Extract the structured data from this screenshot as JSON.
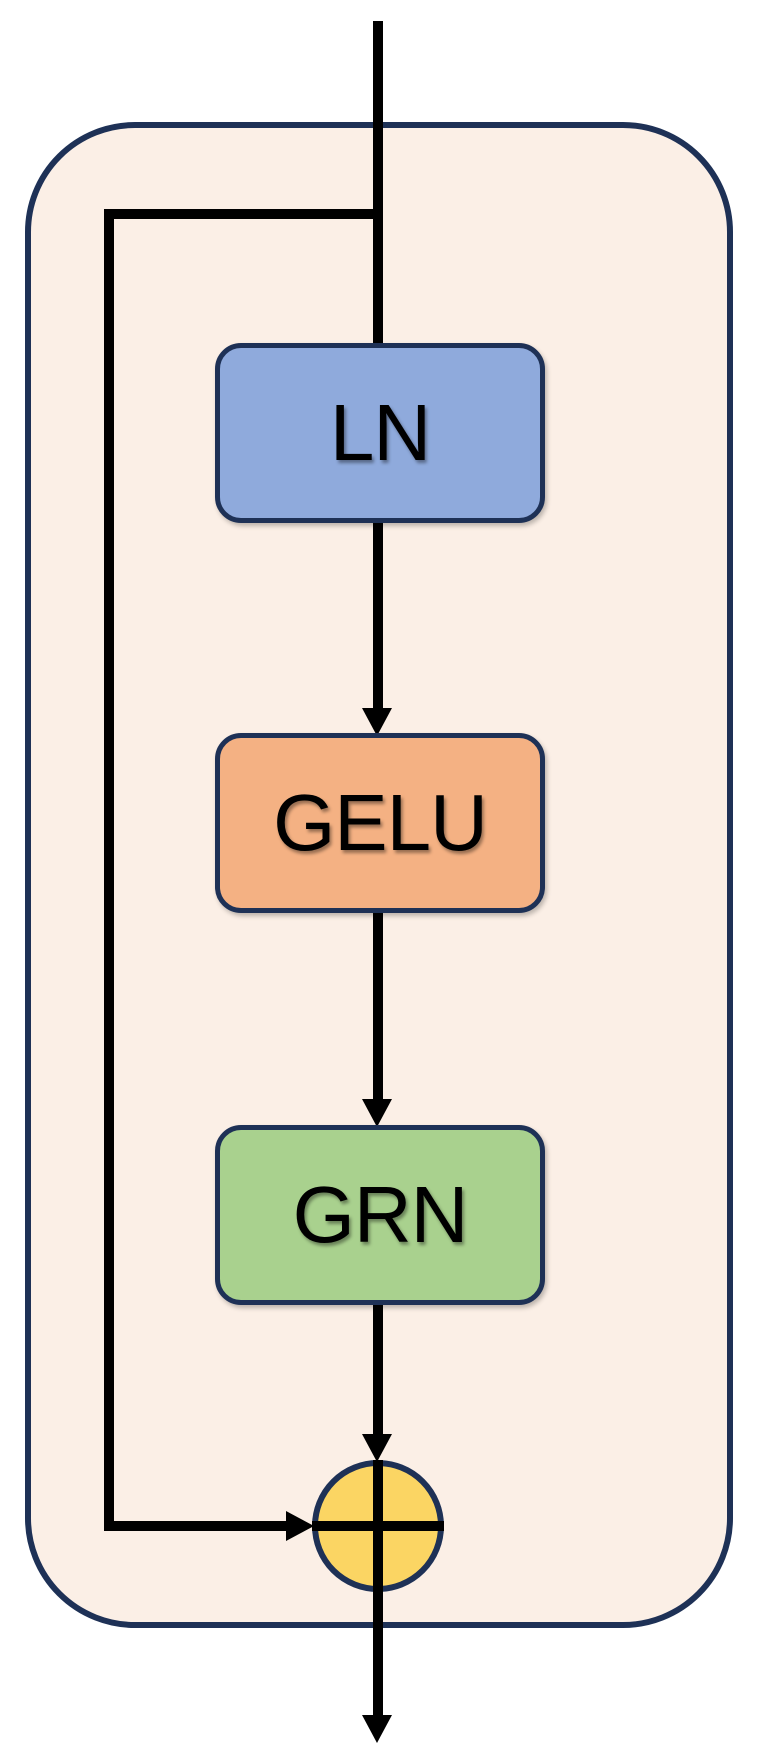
{
  "diagram": {
    "type": "flow-diagram",
    "description": "Residual block: input splits into a skip connection and a main path through LN, GELU and GRN, merged by element-wise addition, then output",
    "nodes": [
      {
        "id": "ln",
        "label": "LN",
        "shape": "rounded-rect",
        "fill": "#8FAADC"
      },
      {
        "id": "gelu",
        "label": "GELU",
        "shape": "rounded-rect",
        "fill": "#F4B183"
      },
      {
        "id": "grn",
        "label": "GRN",
        "shape": "rounded-rect",
        "fill": "#A9D18E"
      },
      {
        "id": "add",
        "label": "",
        "shape": "circle",
        "symbol": "circled-plus",
        "fill": "#FBD563"
      }
    ],
    "edges": [
      {
        "from": "input",
        "to": "ln",
        "arrowhead": false
      },
      {
        "from": "ln",
        "to": "gelu",
        "arrowhead": true
      },
      {
        "from": "gelu",
        "to": "grn",
        "arrowhead": true
      },
      {
        "from": "grn",
        "to": "add",
        "arrowhead": true
      },
      {
        "from": "input",
        "to": "add",
        "arrowhead": true,
        "kind": "skip-connection"
      },
      {
        "from": "add",
        "to": "output",
        "arrowhead": true
      }
    ],
    "colors": {
      "container_fill": "#FBEFE6",
      "outline": "#1E3156",
      "line": "#000000",
      "ln_fill": "#8FAADC",
      "gelu_fill": "#F4B183",
      "grn_fill": "#A9D18E",
      "add_fill": "#FBD563",
      "page_background": "#FFFFFF"
    }
  }
}
